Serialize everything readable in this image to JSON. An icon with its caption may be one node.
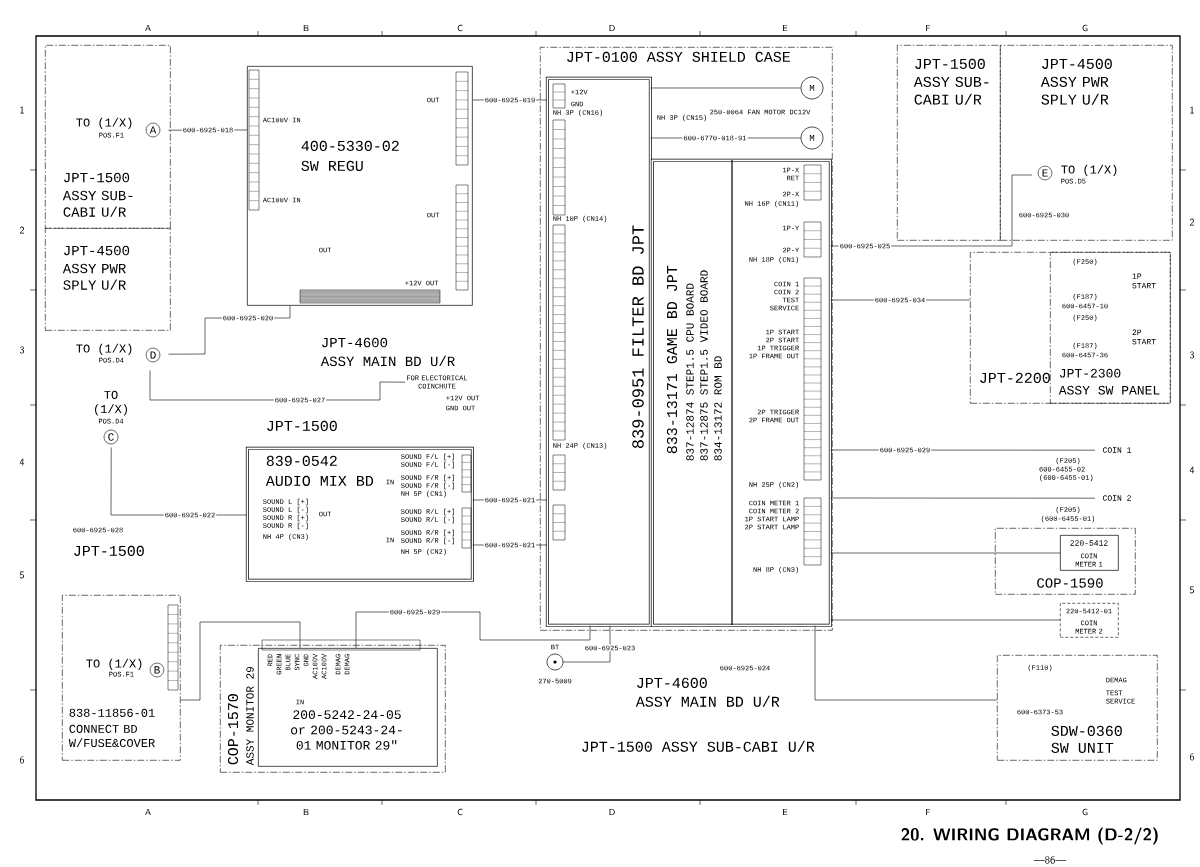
{
  "diagram": {
    "caption": "20.  WIRING DIAGRAM (D-2/2)",
    "nodes": [
      {
        "text": [
          "JPT-1500",
          "ASSY SUB- CABI U/R"
        ]
      },
      {
        "text": [
          "JPT-4500",
          "ASSY PWR SPLY U/R"
        ]
      },
      {
        "text": [
          "TO (1/X)",
          "POS.F1",
          "A"
        ],
        "in": 0
      },
      {
        "text": [
          "400-5330-02",
          "SW REGU"
        ]
      },
      {
        "text": [
          "TO (1/X)",
          "POS.D4",
          "D"
        ]
      },
      {
        "text": [
          "JPT-4600",
          "ASSY MAIN BD U/R"
        ]
      },
      {
        "text": [
          "FOR ELECTORICAL COINCHUTE"
        ]
      },
      {
        "text": [
          "JPT-1500"
        ]
      },
      {
        "text": [
          "TO (1/X)",
          "POS.D4",
          "C"
        ]
      },
      {
        "text": [
          "839-0542",
          "AUDIO MIX BD"
        ]
      },
      {
        "text": [
          "JPT-1500"
        ]
      },
      {
        "text": [
          "TO (1/X)",
          "POS.F1",
          "B",
          "838-11856-01",
          "CONNECT BD W/FUSE&COVER"
        ]
      },
      {
        "text": [
          "COP-1570",
          "ASSY MONITOR 29"
        ]
      },
      {
        "text": [
          "200-5242-24-05 or 200-5243-24-01 MONITOR 29\""
        ],
        "in": 12
      },
      {
        "text": [
          "JPT-0100 ASSY SHIELD CASE"
        ]
      },
      {
        "text": [
          "839-0951 FILTER BD JPT"
        ],
        "in": 14
      },
      {
        "text": [
          "833-13171 GAME BD JPT",
          "837-12874 STEP1.5 CPU BOARD",
          "837-12875 STEP1.5 VIDEO BOARD",
          "834-13172 ROM BD"
        ],
        "in": 14
      },
      {
        "text": [
          "M"
        ],
        "in": 14
      },
      {
        "text": [
          "M"
        ],
        "in": 14
      },
      {
        "text": [
          "JPT-1500",
          "ASSY SUB- CABI U/R"
        ]
      },
      {
        "text": [
          "JPT-4500",
          "ASSY PWR SPLY U/R"
        ]
      },
      {
        "text": [
          "E",
          "TO (1/X)",
          "POS.D5"
        ],
        "in": 20
      },
      {
        "text": [
          "JPT-2200"
        ]
      },
      {
        "text": [
          "JPT-2300",
          "ASSY SW PANEL"
        ],
        "in": 22
      },
      {
        "text": [
          "1P START"
        ],
        "in": 23
      },
      {
        "text": [
          "2P START"
        ],
        "in": 23
      },
      {
        "text": [
          "COIN 1"
        ]
      },
      {
        "text": [
          "COIN 2"
        ]
      },
      {
        "text": [
          "COP-1590"
        ]
      },
      {
        "text": [
          "220-5412",
          "COIN METER 1"
        ],
        "in": 28
      },
      {
        "text": [
          "220-5412-01",
          "COIN METER 2"
        ]
      },
      {
        "text": [
          "SDW-0360",
          "SW UNIT"
        ]
      },
      {
        "text": [],
        "shape": "circle",
        "beside": [
          "BT",
          "270-5009"
        ]
      },
      {
        "text": [
          "JPT-4600",
          "ASSY MAIN BD U/R"
        ]
      },
      {
        "text": [
          "JPT-1500  ASSY SUB-CABI U/R"
        ]
      }
    ],
    "edges": [
      {
        "from": 2,
        "to": 3,
        "arrow": "none",
        "label": "600-6925-018"
      },
      {
        "from": 3,
        "to": 15,
        "arrow": "none",
        "label": "600-6925-019"
      },
      {
        "from": 4,
        "to": 3,
        "arrow": "none",
        "label": "600-6925-020"
      },
      {
        "from": 4,
        "to": 6,
        "arrow": "none",
        "label": "600-6925-027"
      },
      {
        "from": 8,
        "to": 9,
        "arrow": "none",
        "label": "600-6925-022"
      },
      {
        "from": 9,
        "to": 15,
        "arrow": "none",
        "label": "600-6925-021"
      },
      {
        "from": 9,
        "to": 15,
        "arrow": "none",
        "label": "600-6925-021"
      },
      {
        "from": 11,
        "to": 13,
        "arrow": "none"
      },
      {
        "from": 13,
        "to": 15,
        "arrow": "none",
        "label": "600-6925-029"
      },
      {
        "from": 32,
        "to": 15,
        "arrow": "none",
        "label": "600-6925-023"
      },
      {
        "from": 15,
        "to": 17,
        "arrow": "none"
      },
      {
        "from": 15,
        "to": 18,
        "arrow": "none",
        "label": "600-6770-018-91"
      },
      {
        "from": 16,
        "to": 21,
        "arrow": "none",
        "label": "600-6925-025"
      },
      {
        "from": 16,
        "to": 22,
        "arrow": "none",
        "label": "600-6925-034"
      },
      {
        "from": 16,
        "to": 26,
        "arrow": "none",
        "label": "600-6925-029"
      },
      {
        "from": 16,
        "to": 27,
        "arrow": "none"
      },
      {
        "from": 16,
        "to": 29,
        "arrow": "none"
      },
      {
        "from": 16,
        "to": 30,
        "arrow": "none"
      },
      {
        "from": 16,
        "to": 31,
        "arrow": "none"
      }
    ],
    "labels": [
      "A",
      "B",
      "C",
      "D",
      "E",
      "F",
      "G",
      "1",
      "2",
      "3",
      "4",
      "5",
      "6",
      "1",
      "2",
      "3",
      "4",
      "5",
      "6",
      "AC100V IN",
      "AC100V IN",
      "OUT",
      "OUT",
      "+12V OUT",
      "OUT",
      "+12V OUT",
      "GND OUT",
      "600-6925-028",
      "SOUND L [+]",
      "SOUND L [-]",
      "SOUND R [+]",
      "SOUND R [-]",
      "NH 4P (CN3)",
      "OUT",
      "IN",
      "SOUND F/L [+]",
      "SOUND F/L [-]",
      "SOUND F/R [+]",
      "SOUND F/R [-]",
      "NH 5P (CN1)",
      "IN",
      "SOUND R/L [+]",
      "SOUND R/L [-]",
      "SOUND R/R [+]",
      "SOUND R/R [-]",
      "NH 5P (CN2)",
      "+12V",
      "GND",
      "NH 3P (CN16)",
      "NH 3P (CN15)",
      "NH 10P (CN14)",
      "NH 24P (CN13)",
      "250-0064 FAN MOTOR DC12V",
      "600-6925-030",
      "1P-X",
      "RET",
      "2P-X",
      "NH 16P (CN11)",
      "1P-Y",
      "2P-Y",
      "NH 18P (CN1)",
      "COIN 1",
      "COIN 2",
      "TEST",
      "SERVICE",
      "1P START",
      "2P START",
      "1P TRIGGER",
      "1P FRAME OUT",
      "2P TRIGGER",
      "2P FRAME OUT",
      "NH 25P (CN2)",
      "COIN METER 1",
      "COIN METER 2",
      "1P START LAMP",
      "2P START LAMP",
      "NH 8P (CN3)",
      "(F250)",
      "(F187)",
      "600-6457-10",
      "(F250)",
      "(F187)",
      "600-6457-36",
      "(F205)",
      "600-6455-02 (600-6455-01)",
      "(F205)",
      "(600-6455-01)",
      "(F110)",
      "DEMAG",
      "TEST SERVICE",
      "600-6373-53",
      "RED",
      "GREEN",
      "BLUE",
      "SYNC",
      "GND",
      "AC100V",
      "AC100V",
      "DEMAG",
      "DEMAG",
      "IN",
      "600-6925-024",
      "A",
      "B",
      "C",
      "D",
      "E",
      "F",
      "G",
      "—86—"
    ]
  }
}
